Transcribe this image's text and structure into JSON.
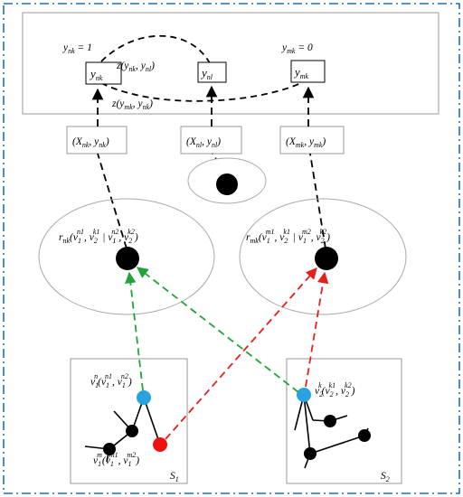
{
  "labels": {
    "y_nk_eq": "y_nk = 1",
    "y_mk_eq": "y_mk = 0",
    "y_nk": "y_nk",
    "y_nl": "y_nl",
    "y_mk": "y_mk",
    "z_nk_nl": "z(y_nk, y_nl)",
    "z_mk_nk": "z(y_mk, y_nk)",
    "x_nk": "(X_nk, y_nk)",
    "x_nl": "(X_nl, y_nl)",
    "x_mk": "(X_mk, y_mk)",
    "r_nk": "r_nk(v_1^n1, v_2^k1 | v_1^n2, v_2^k2)",
    "r_mk": "r_mk(v_1^m1, v_2^k1 | v_1^m2, v_2^k2)",
    "v1n": "v_1^n(v_1^n1, v_1^n2)",
    "v1m": "v_1^m(v_1^m1, v_1^m2)",
    "v2k": "v_2^k(v_2^k1, v_2^k2)",
    "s1": "S_1",
    "s2": "S_2"
  },
  "colors": {
    "frame": "#1f6fbf",
    "box": "#999999",
    "green_arrow": "#22a33a",
    "red_arrow": "#e3201b",
    "blue_node": "#29a3e0",
    "red_node": "#ee1111",
    "black_node": "#000000"
  }
}
